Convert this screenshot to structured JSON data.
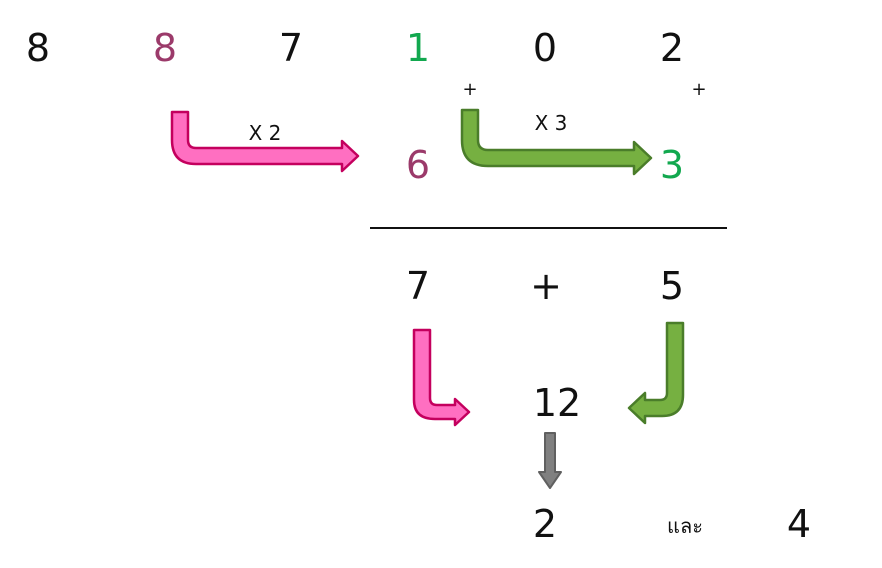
{
  "colors": {
    "black": "#111111",
    "maroon": "#9b3a6a",
    "green": "#12a84f",
    "pink_fill": "#ff6fc1",
    "pink_stroke": "#c4005e",
    "green_fill": "#76b041",
    "green_stroke": "#4a7d2a",
    "gray_fill": "#808080",
    "gray_stroke": "#606060"
  },
  "digits": [
    "8",
    "8",
    "7",
    "1",
    "0",
    "2"
  ],
  "plus_marks": [
    "+",
    "+"
  ],
  "multipliers": {
    "first": "X 2",
    "second": "X 3"
  },
  "products": {
    "first": "6",
    "second": "3"
  },
  "sums": {
    "left": "7",
    "operator": "+",
    "right": "5"
  },
  "total": "12",
  "result": {
    "digit": "2",
    "conjunction": "และ",
    "other": "4"
  }
}
